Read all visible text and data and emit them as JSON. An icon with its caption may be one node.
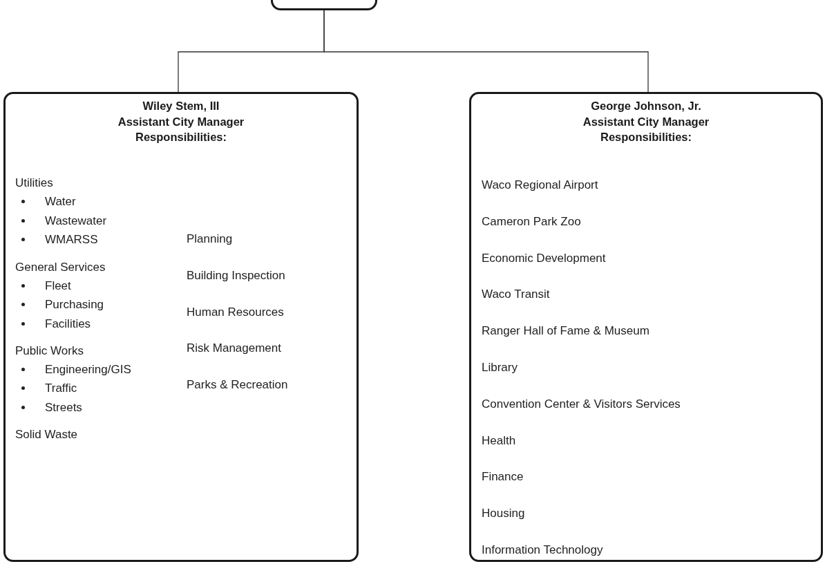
{
  "diagram": {
    "nodes": [
      {
        "text": [],
        "shape": "box"
      },
      {
        "text": [
          "Wiley Stem, III",
          "Assistant City Manager",
          "Responsibilities:",
          "Utilities",
          "Water",
          "Wastewater",
          "WMARSS",
          "General Services",
          "Fleet",
          "Purchasing",
          "Facilities",
          "Public Works",
          "Engineering/GIS",
          "Traffic",
          "Streets",
          "Solid Waste",
          "Planning",
          "Building Inspection",
          "Human Resources",
          "Risk Management",
          "Parks & Recreation"
        ]
      },
      {
        "text": [
          "George Johnson, Jr.",
          "Assistant City Manager",
          "Responsibilities:",
          "Waco Regional Airport",
          "Cameron Park Zoo",
          "Economic Development",
          "Waco Transit",
          "Ranger Hall of Fame & Museum",
          "Library",
          "Convention Center & Visitors Services",
          "Health",
          "Finance",
          "Housing",
          "Information Technology"
        ]
      }
    ],
    "edges": [
      {
        "from": 0,
        "to": 1,
        "arrow": "none"
      },
      {
        "from": 0,
        "to": 2,
        "arrow": "none"
      }
    ]
  }
}
